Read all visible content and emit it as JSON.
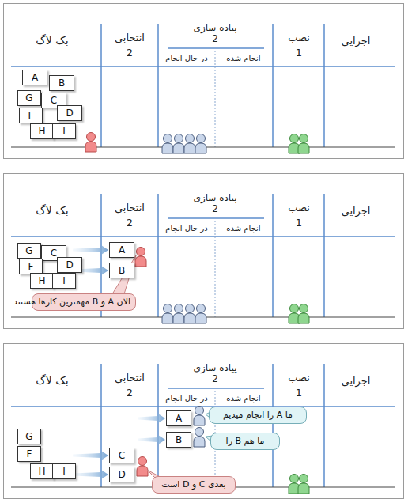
{
  "diagram": {
    "nodes": [
      {
        "text": [
          "A"
        ]
      },
      {
        "text": [
          "B"
        ]
      },
      {
        "text": [
          "G"
        ]
      },
      {
        "text": [
          "C"
        ]
      },
      {
        "text": [
          "F"
        ]
      },
      {
        "text": [
          "D"
        ]
      },
      {
        "text": [
          "H"
        ]
      },
      {
        "text": [
          "I"
        ]
      },
      {
        "text": [
          "A"
        ]
      },
      {
        "text": [
          "B"
        ]
      },
      {
        "text": [
          "G"
        ]
      },
      {
        "text": [
          "C"
        ]
      },
      {
        "text": [
          "F"
        ]
      },
      {
        "text": [
          "D"
        ]
      },
      {
        "text": [
          "H"
        ]
      },
      {
        "text": [
          "I"
        ]
      },
      {
        "text": [
          "الان A و B مهمترین کارها هستند"
        ]
      },
      {
        "text": [
          "A"
        ]
      },
      {
        "text": [
          "B"
        ]
      },
      {
        "text": [
          "C"
        ]
      },
      {
        "text": [
          "D"
        ]
      },
      {
        "text": [
          "G"
        ]
      },
      {
        "text": [
          "F"
        ]
      },
      {
        "text": [
          "H"
        ]
      },
      {
        "text": [
          "I"
        ]
      },
      {
        "text": [
          "ما A را انجام میدیم"
        ]
      },
      {
        "text": [
          "ما هم B را"
        ]
      },
      {
        "text": [
          "بعدی C و D است"
        ]
      }
    ],
    "labels": [
      "بک لاگ",
      "انتخابی",
      "2",
      "پیاده سازی",
      "2",
      "در حال انجام",
      "انجام شده",
      "نصب",
      "1",
      "اجرایی",
      "بک لاگ",
      "انتخابی",
      "2",
      "پیاده سازی",
      "2",
      "در حال انجام",
      "انجام شده",
      "نصب",
      "1",
      "اجرایی",
      "بک لاگ",
      "انتخابی",
      "2",
      "پیاده سازی",
      "2",
      "در حال انجام",
      "انجام شده",
      "نصب",
      "1",
      "اجرایی"
    ]
  }
}
